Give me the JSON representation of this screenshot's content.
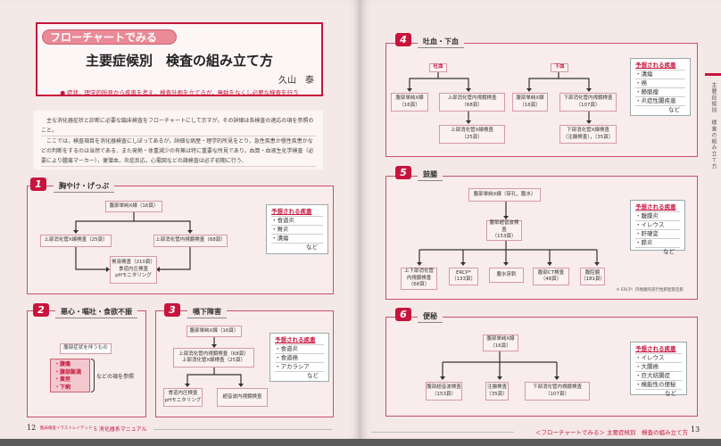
{
  "header": {
    "tag": "フローチャートでみる",
    "title": "主要症候別　検査の組み立て方",
    "author": "久山　泰",
    "lead": "● 症状，理学的所見から疾患を考え，検査計画を立てるが，無駄をなくし必要な検査を行う"
  },
  "intro": [
    "主な消化器症状と診断に必要な臨床検査をフローチャートにして示すが，その詳細は各検査の適応の項を参照のこと。",
    "ここでは，検査項目を消化器検査にしぼってあるが，詳細な病歴・理学的所見をとり，急性疾患か慢性疾患かなどの判断をするのは当然である．また発熱・体重減少の有無は特に重要な所見であり，血算・血液生化学検査（必要により腫瘍マーカー），便潜血，炎症反応，心電図などの諸検査は必ず初期に行う．"
  ],
  "disease_heading": "予想される疾患",
  "etc": "など",
  "s1": {
    "num": "1",
    "title": "胸やけ・げっぷ",
    "n1": "腹部単純X線（16頁）",
    "n2": "上部消化管X線検査（25頁）",
    "n3": "上部消化管内視鏡検査（68頁）",
    "n4a": "胃液検査（210頁）",
    "n4b": "食道内圧検査",
    "n4c": "pHモニタリング",
    "diseases": [
      "・食道炎",
      "・胃炎",
      "・潰瘍"
    ]
  },
  "s2": {
    "num": "2",
    "title": "悪心・嘔吐・食欲不振",
    "n1": "腹部症状を伴うもの",
    "list": [
      "・腹痛",
      "・腹部膨満",
      "・黄疸",
      "・下痢"
    ],
    "note": "などの項を参照"
  },
  "s3": {
    "num": "3",
    "title": "嚥下障害",
    "n1": "腹部単純X線（16頁）",
    "n2a": "上部消化管内視鏡検査（68頁）",
    "n2b": "上部消化管X線検査（25頁）",
    "n3a": "食道内圧検査",
    "n3b": "pHモニタリング",
    "n4": "超音波内視鏡検査",
    "diseases": [
      "・食道炎",
      "・食道癌",
      "・アカラシア"
    ]
  },
  "s4": {
    "num": "4",
    "title": "吐血・下血",
    "a": "吐血",
    "b": "下血",
    "n1a": "腹部単純X線",
    "n1b": "（16頁）",
    "n2a": "上部消化管内視鏡検査",
    "n2b": "（68頁）",
    "n3a": "上部消化管X線検査",
    "n3b": "（25頁）",
    "n4a": "腹部単純X線",
    "n4b": "（16頁）",
    "n5a": "下部消化管内視鏡検査",
    "n5b": "（107頁）",
    "n6a": "下部消化管X線検査",
    "n6b": "（注腸検査），（35頁）",
    "diseases": [
      "・潰瘍",
      "・癌",
      "・静脈瘤",
      "・炎症性腸疾患"
    ]
  },
  "s5": {
    "num": "5",
    "title": "鼓腸",
    "n1": "腹部単純X線（穿孔，腹水）",
    "n2a": "腹部超音波検査",
    "n2b": "（153頁）",
    "b1a": "上下部消化管",
    "b1b": "内視鏡検査",
    "b1c": "（68頁）",
    "b2a": "ERCP*",
    "b2b": "（133頁）",
    "b3": "腹水穿刺",
    "b4a": "腹部CT検査",
    "b4b": "（48頁）",
    "b5a": "腹腔鏡",
    "b5b": "（181頁）",
    "footnote": "＊ ERCP：内視鏡的逆行性膵胆管造影",
    "diseases": [
      "・腹膜炎",
      "・イレウス",
      "・肝硬変",
      "・膵炎"
    ]
  },
  "s6": {
    "num": "6",
    "title": "便秘",
    "n1a": "腹部単純X線",
    "n1b": "（16頁）",
    "b1a": "腹部超音波検査",
    "b1b": "（153頁）",
    "b2a": "注腸検査",
    "b2b": "（35頁）",
    "b3a": "下部消化管内視鏡検査",
    "b3b": "（107頁）",
    "diseases": [
      "・イレウス",
      "・大腸癌",
      "・巨大結腸症",
      "・機能性の便秘"
    ]
  },
  "footer_left": {
    "page": "12",
    "series": "臨床検査イラストレイテッド",
    "text": "5 消化器系マニュアル"
  },
  "footer_right": {
    "text": "＜フローチャートでみる＞ 主要症候別　検査の組み立て方",
    "page": "13"
  },
  "side_tab": "主要症候別　検査の組み立て方",
  "colors": {
    "accent": "#c8143c",
    "page": "#f5e9e8"
  }
}
